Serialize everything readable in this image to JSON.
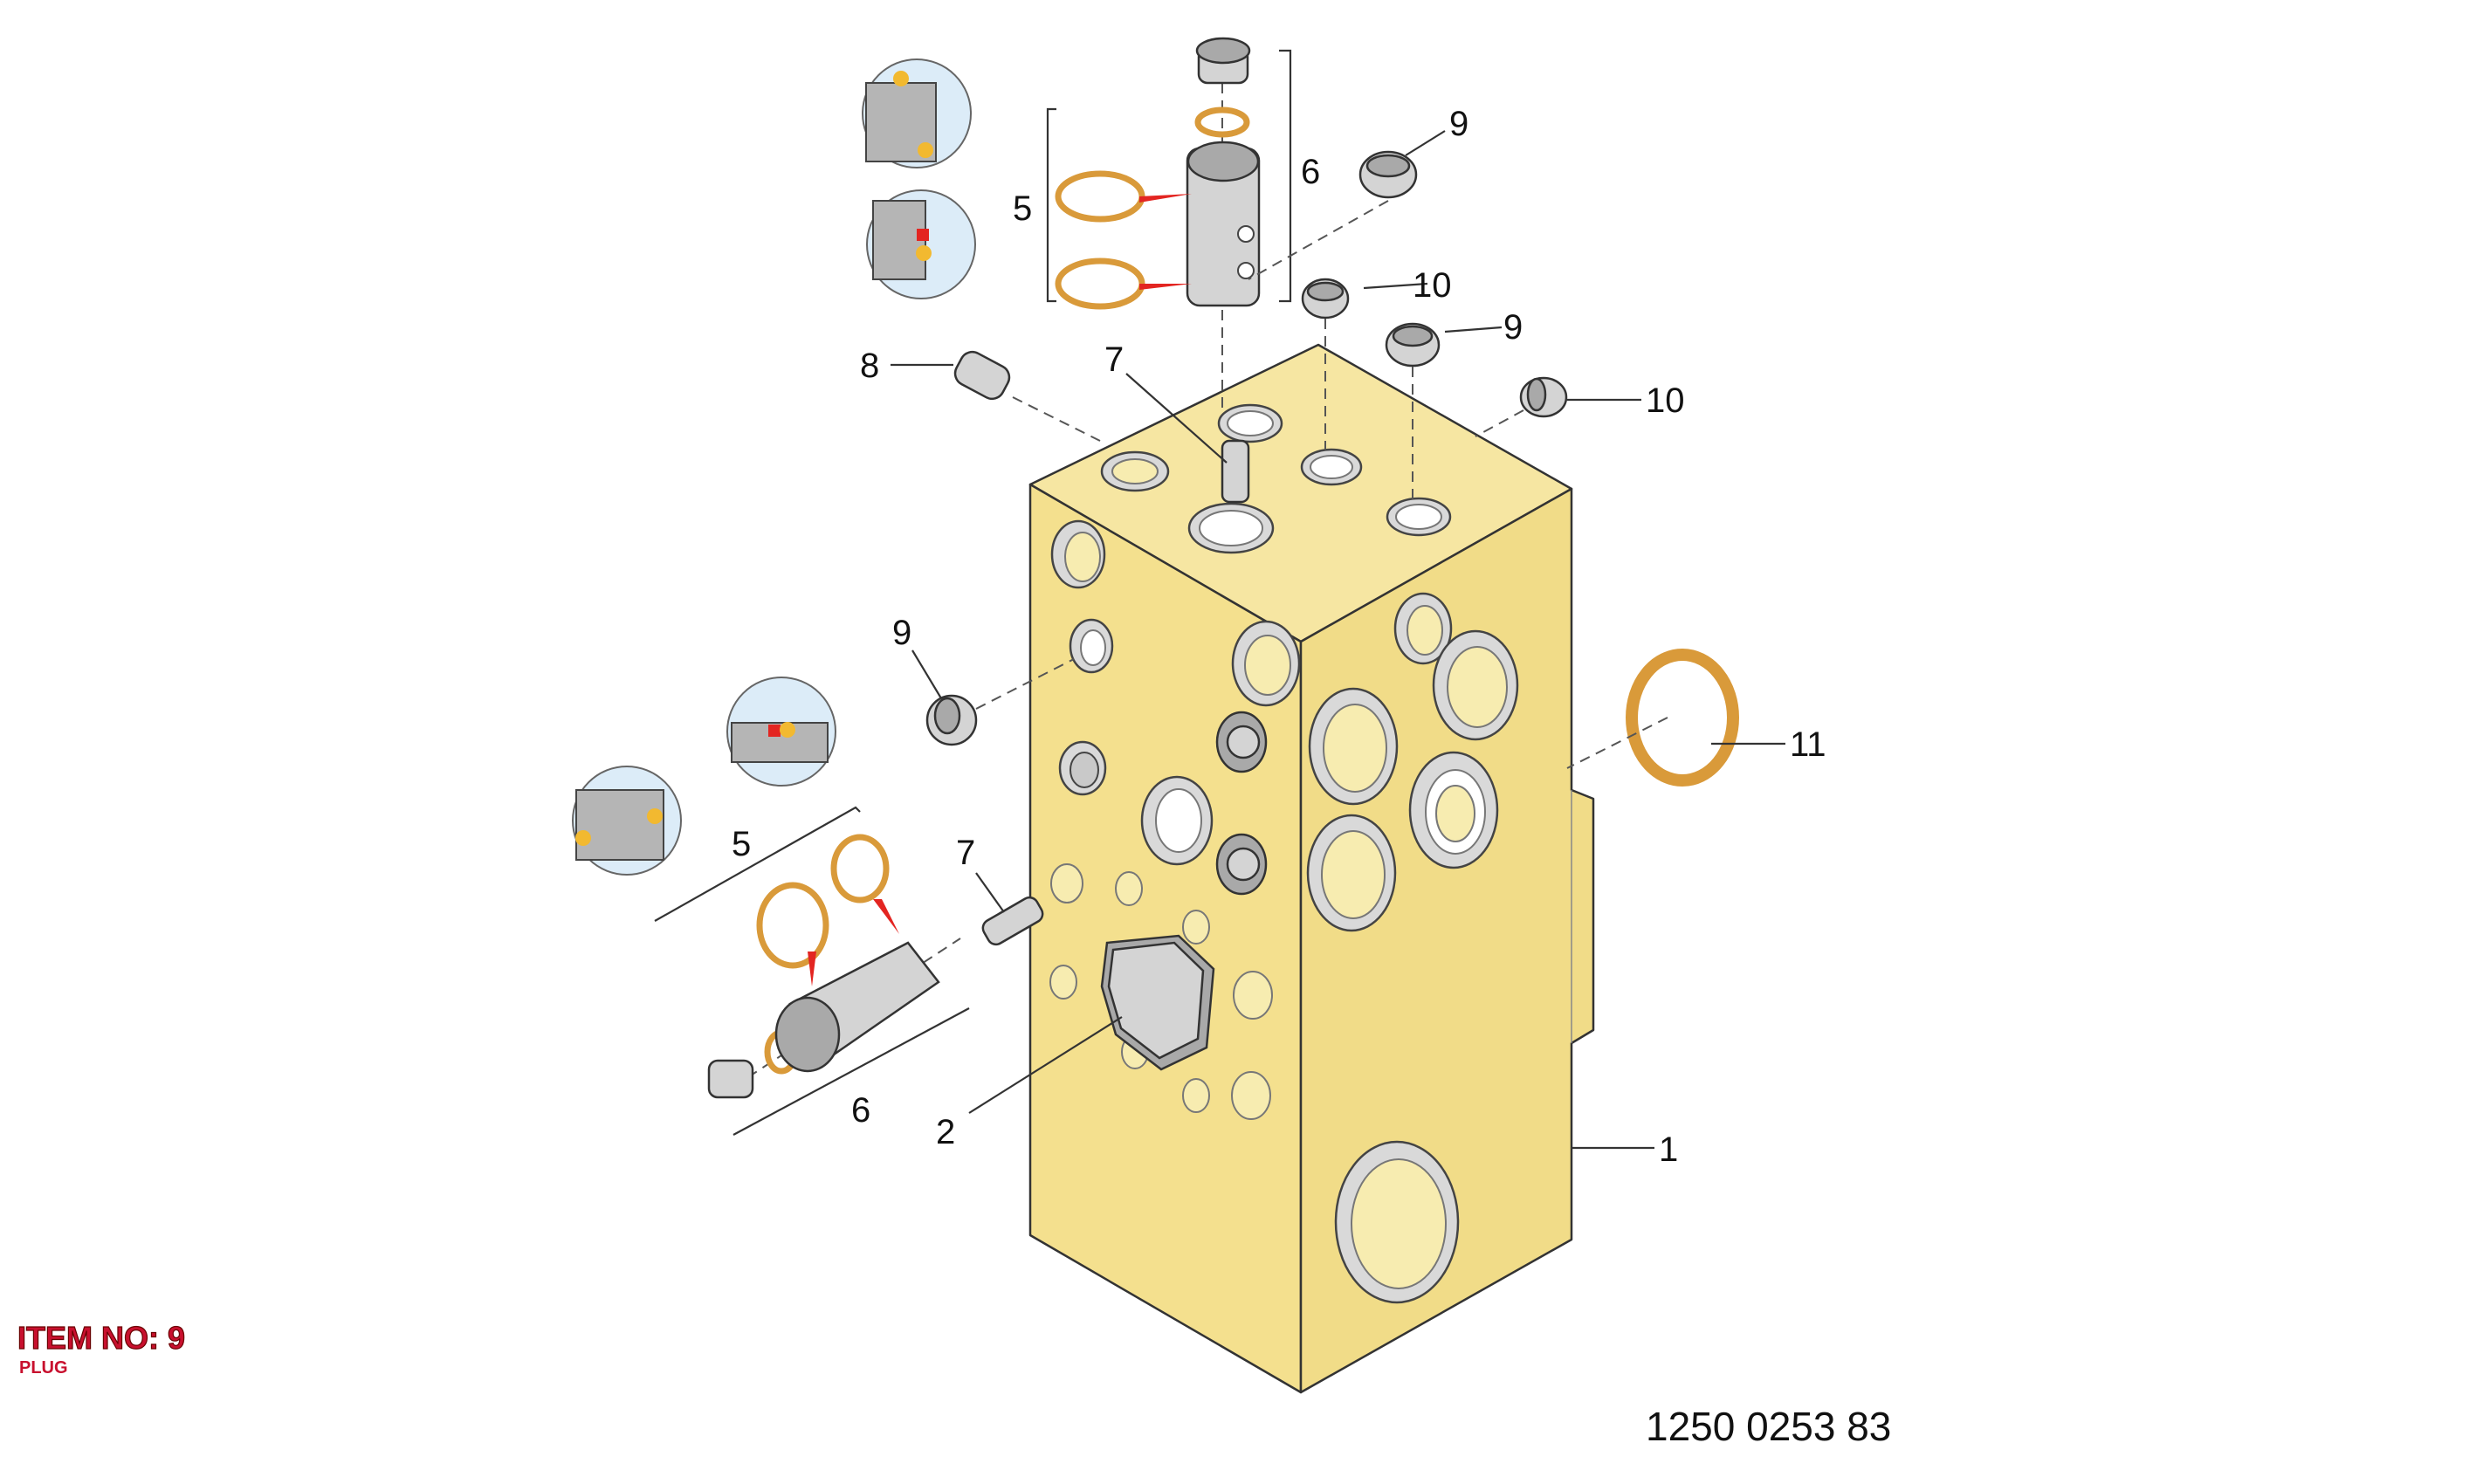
{
  "callouts": {
    "c1": "1",
    "c2": "2",
    "c5_top": "5",
    "c5_left": "5",
    "c6_top": "6",
    "c6_left": "6",
    "c7_top": "7",
    "c7_left": "7",
    "c8": "8",
    "c9_top": "9",
    "c9_mid": "9",
    "c9_left": "9",
    "c10_top": "10",
    "c10_right": "10",
    "c11": "11"
  },
  "item": {
    "title": "ITEM NO: 9",
    "subtitle": "PLUG"
  },
  "document_number": "1250 0253 83",
  "colors": {
    "block_front": "#f4e08e",
    "block_side": "#f1dc88",
    "block_top": "#f6e6a2",
    "oring": "#d99a3a",
    "detail_bg": "#dcecf8",
    "highlight_red": "#e32521",
    "title_red": "#c8102e"
  }
}
